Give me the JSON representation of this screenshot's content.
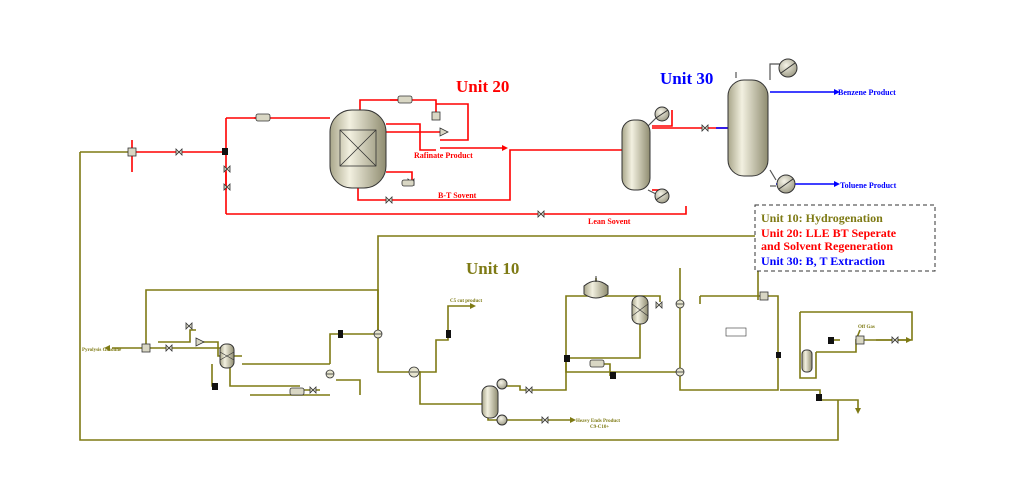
{
  "colors": {
    "unit10": "#7e7a14",
    "unit20": "#ff0000",
    "unit30": "#0000ff",
    "equipment_fill": "#e6e4cf",
    "equipment_stroke": "#333333"
  },
  "titles": {
    "unit10": "Unit 10",
    "unit20": "Unit 20",
    "unit30": "Unit 30"
  },
  "streams": {
    "raffinate_product": "Rafinate Product",
    "bt_solvent": "B-T Sovent",
    "lean_solvent": "Lean Sovent",
    "benzene_product": "Benzene Product",
    "toluene_product": "Toluene Product",
    "pyrolysis_gasoline": "Pyrolysis Gasoline",
    "c5_cut_product": "C5 cut product",
    "heavy_ends_product": "Heavy Ends Product",
    "heavy_ends_sub": "C9-C10+",
    "offgas": "Off Gas"
  },
  "legend": {
    "line1": "Unit 10: Hydrogenation",
    "line2a": "Unit 20: LLE BT Seperate",
    "line2b": "and Solvent Regeneration",
    "line3": "Unit 30: B, T Extraction"
  }
}
